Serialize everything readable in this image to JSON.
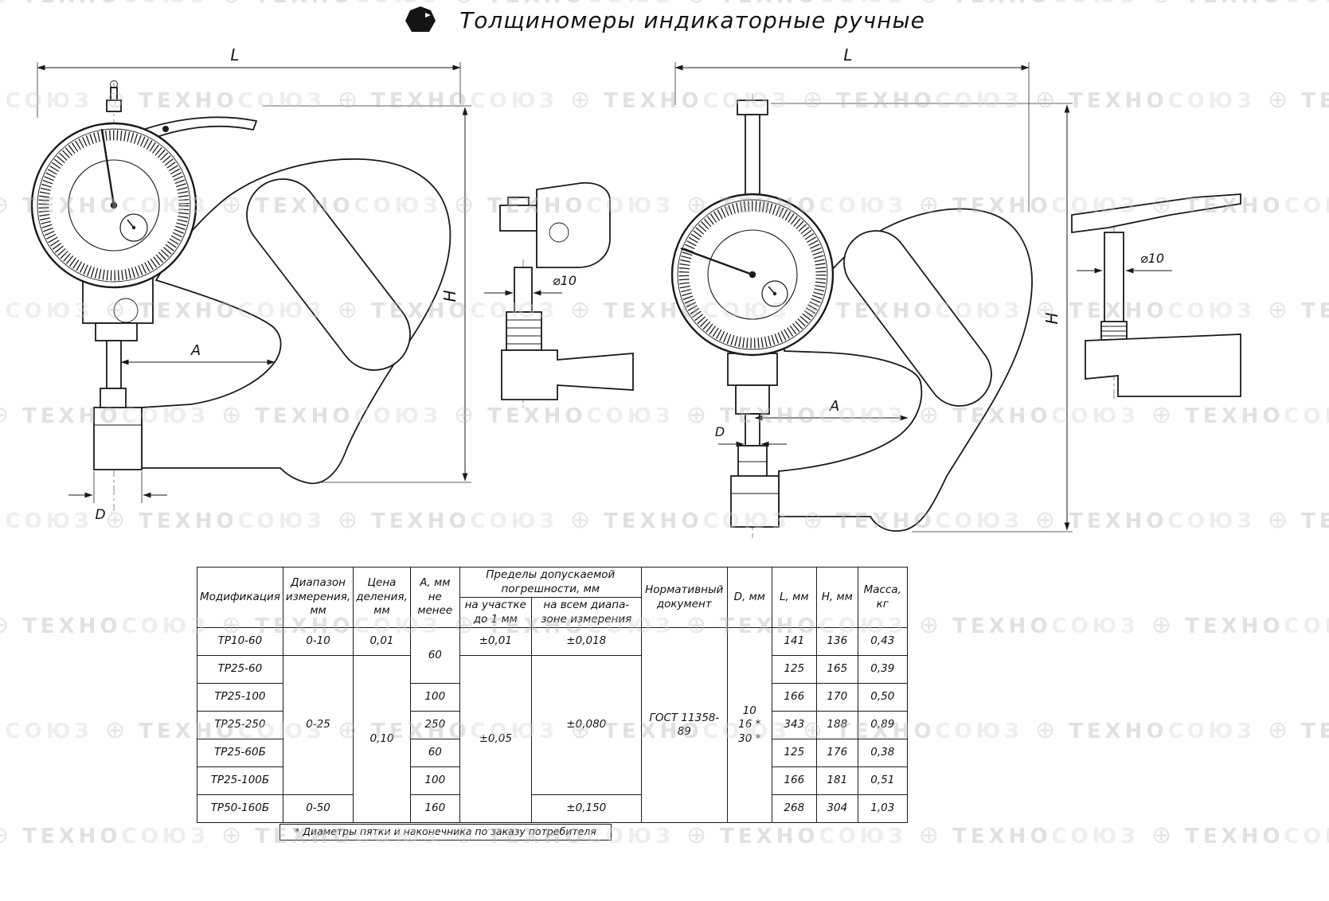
{
  "page": {
    "title": "Толщиномеры индикаторные ручные",
    "logo_letter": "С",
    "watermark_bold": "ТЕХНО",
    "watermark_light": "СОЮЗ",
    "globe_glyph": "⊕"
  },
  "dims": {
    "L": "L",
    "H": "H",
    "A": "A",
    "D": "D",
    "dia10": "⌀10"
  },
  "table": {
    "header": {
      "modification": "Модификация",
      "range": "Диапазон\nизмерения,\nмм",
      "division": "Цена\nделения,\nмм",
      "a_min": "А, мм\nне менее",
      "error_limits": "Пределы допускаемой погрешности, мм",
      "error_section": "на участке\nдо 1 мм",
      "error_full": "на всем диапа-\nзоне измерения",
      "document": "Нормативный\nдокумент",
      "d": "D, мм",
      "l": "L, мм",
      "h": "Н, мм",
      "mass": "Масса,\nкг"
    },
    "rows": [
      {
        "mod": "ТР10-60",
        "range": "0-10",
        "division": "0,01",
        "a": "60",
        "err1": "±0,01",
        "err2": "±0,018",
        "doc": "ГОСТ 11358-89",
        "d": "10\n16 *\n30 *",
        "l": "141",
        "h": "136",
        "mass": "0,43"
      },
      {
        "mod": "ТР25-60",
        "range": "0-25",
        "division": "0,10",
        "err1": "±0,05",
        "err2": "±0,080",
        "l": "125",
        "h": "165",
        "mass": "0,39"
      },
      {
        "mod": "ТР25-100",
        "a": "100",
        "l": "166",
        "h": "170",
        "mass": "0,50"
      },
      {
        "mod": "ТР25-250",
        "a": "250",
        "l": "343",
        "h": "188",
        "mass": "0,89"
      },
      {
        "mod": "ТР25-60Б",
        "a": "60",
        "l": "125",
        "h": "176",
        "mass": "0,38"
      },
      {
        "mod": "ТР25-100Б",
        "a": "100",
        "l": "166",
        "h": "181",
        "mass": "0,51"
      },
      {
        "mod": "ТР50-160Б",
        "range": "0-50",
        "a": "160",
        "err2": "±0,150",
        "l": "268",
        "h": "304",
        "mass": "1,03"
      }
    ],
    "footnote": "* Диаметры пятки и наконечника по заказу потребителя"
  }
}
